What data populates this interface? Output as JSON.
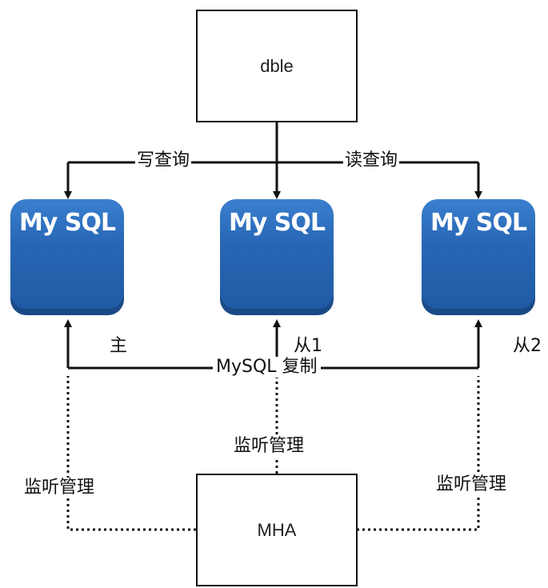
{
  "nodes": {
    "dble": "dble",
    "mha": "MHA",
    "mysql_title": "My SQL"
  },
  "roles": {
    "master": "主",
    "slave1": "从1",
    "slave2": "从2"
  },
  "edges": {
    "write_query": "写查询",
    "read_query": "读查询",
    "replication": "MySQL 复制",
    "monitor_left": "监听管理",
    "monitor_center": "监听管理",
    "monitor_right": "监听管理"
  },
  "colors": {
    "db_fill": "#2766b4",
    "line": "#111111"
  }
}
